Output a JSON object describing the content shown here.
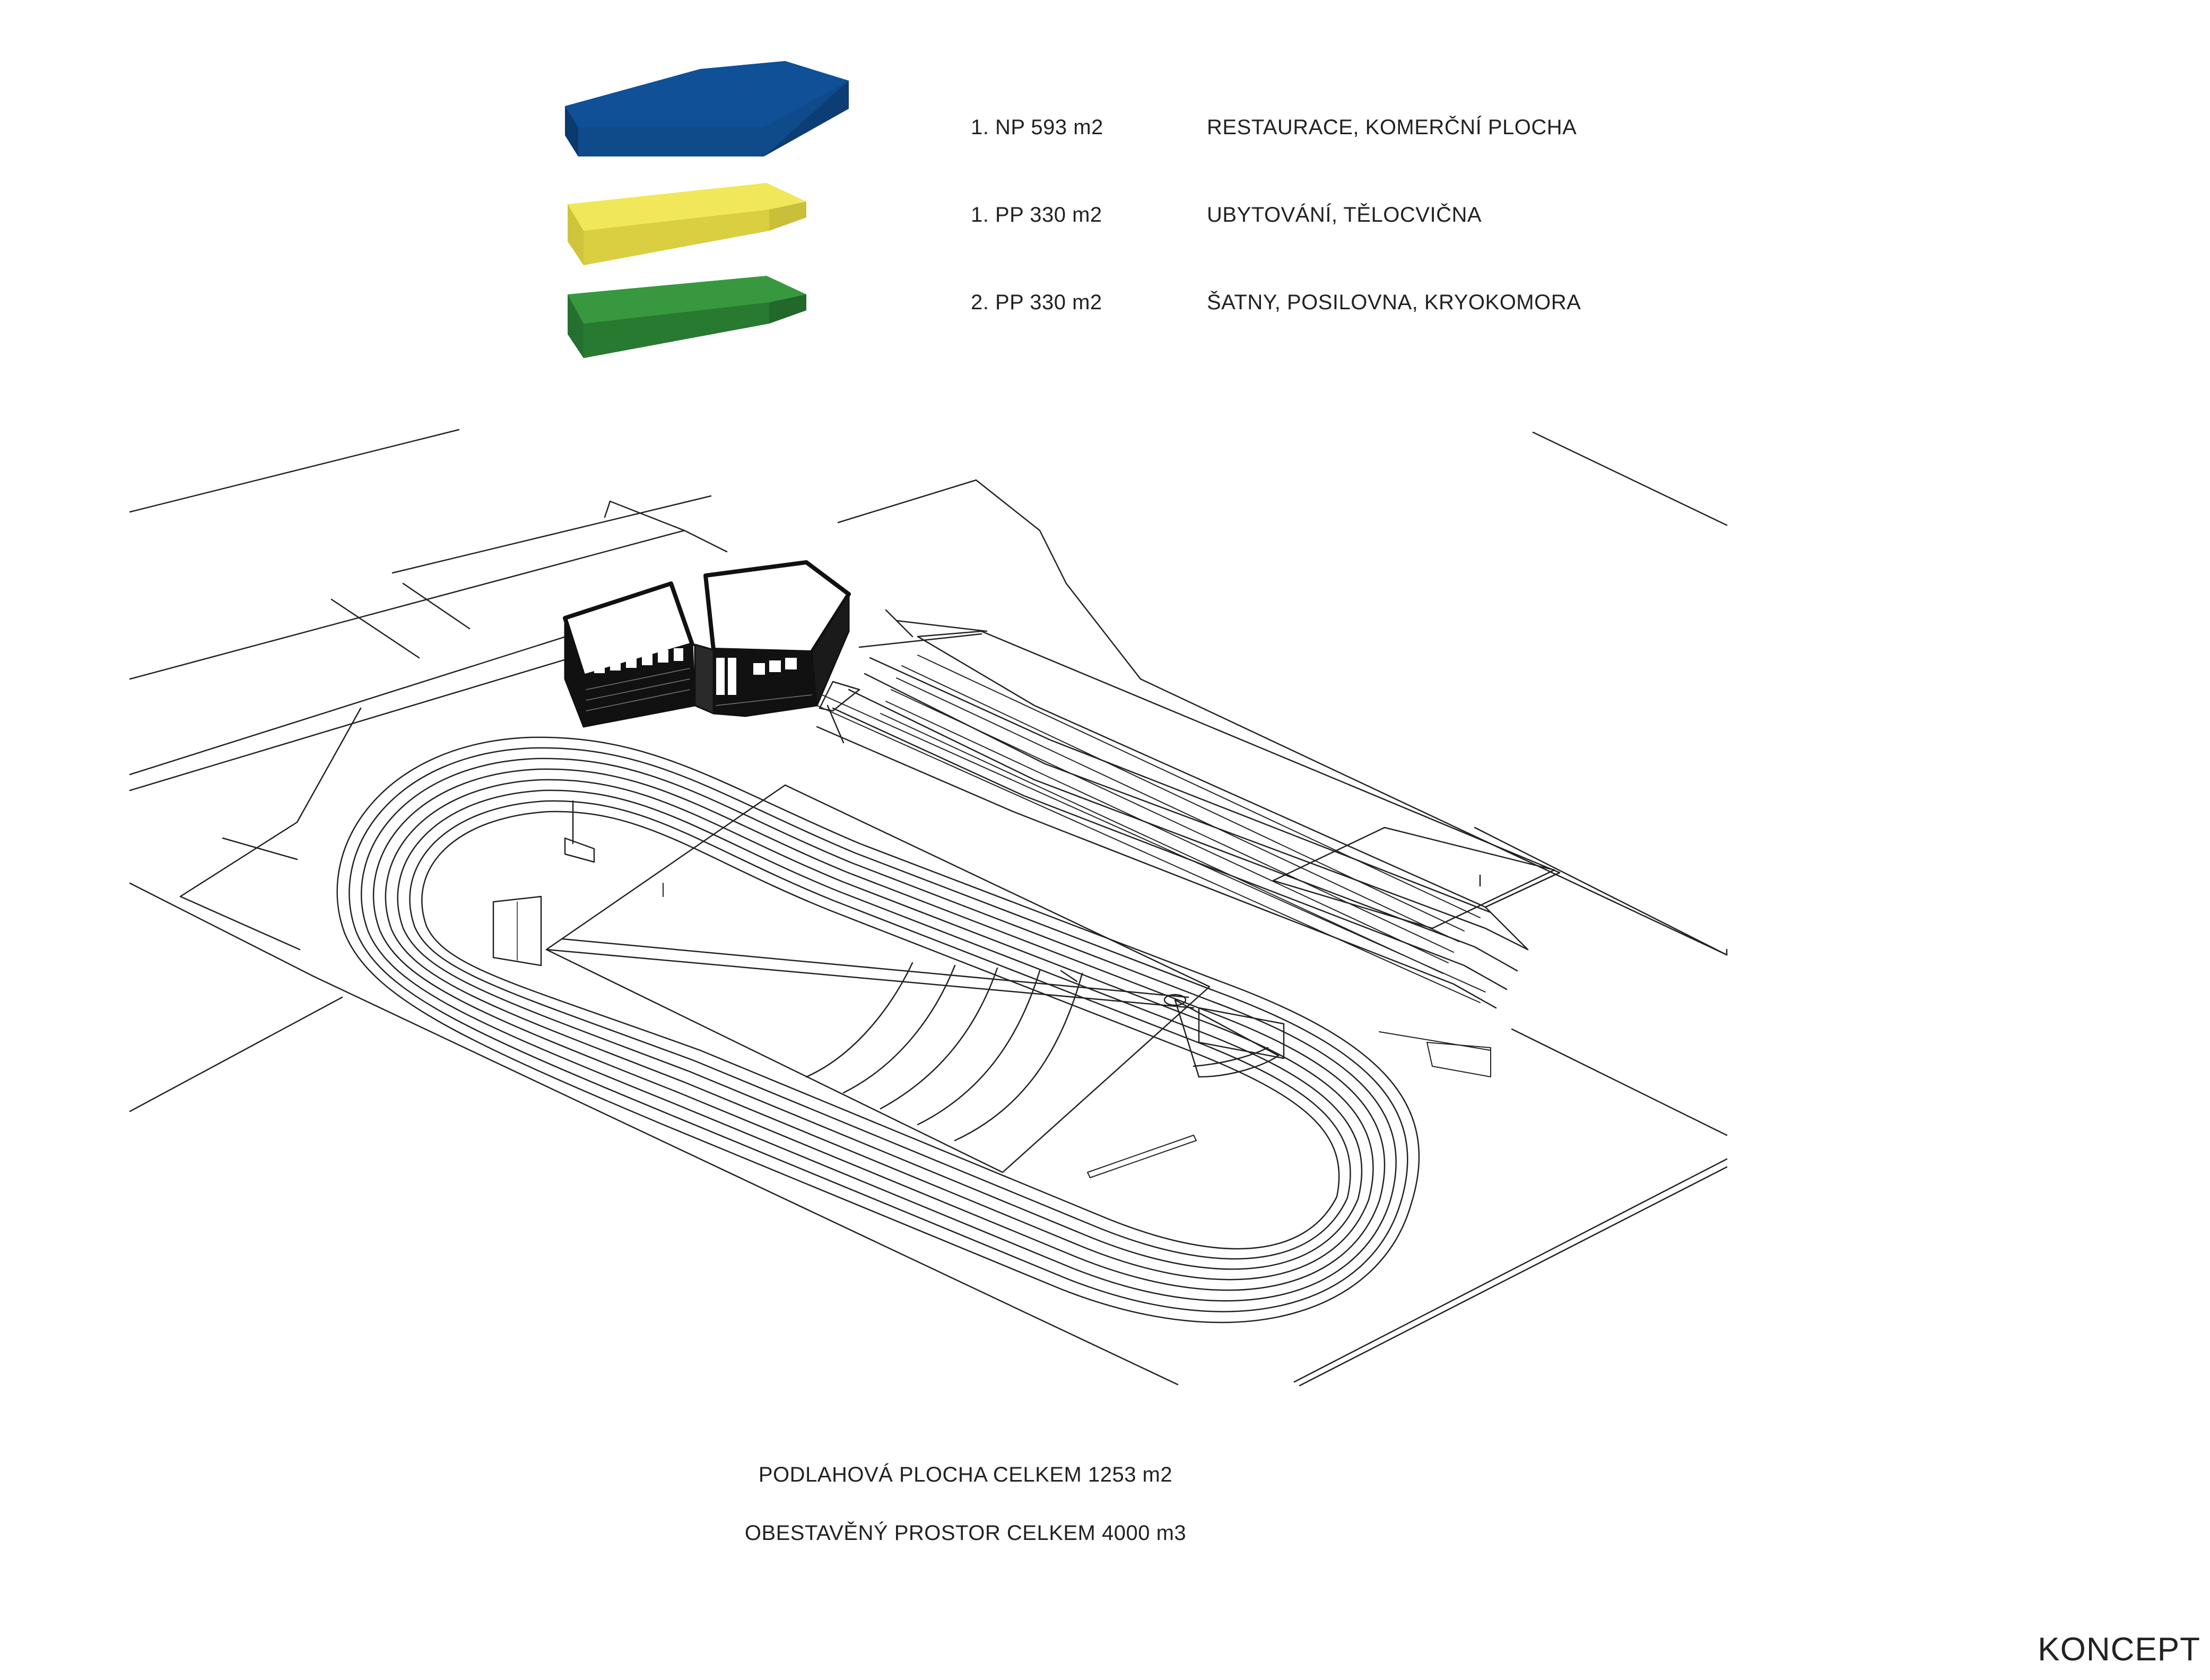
{
  "legend": [
    {
      "level": "1. NP   593 m2",
      "description": "RESTAURACE, KOMERČNÍ PLOCHA",
      "color": "#0f4a8a"
    },
    {
      "level": "1. PP   330 m2",
      "description": "UBYTOVÁNÍ, TĚLOCVIČNA",
      "color": "#ebe14a"
    },
    {
      "level": "2. PP   330 m2",
      "description": "ŠATNY, POSILOVNA, KRYOKOMORA",
      "color": "#2e8a35"
    }
  ],
  "totals": {
    "floor_area": "PODLAHOVÁ PLOCHA CELKEM 1253 m2",
    "built_volume": "OBESTAVĚNÝ PROSTOR CELKEM 4000 m3"
  },
  "corner_label": "KONCEPT",
  "colors": {
    "building": "#111111",
    "lines": "#222222"
  }
}
